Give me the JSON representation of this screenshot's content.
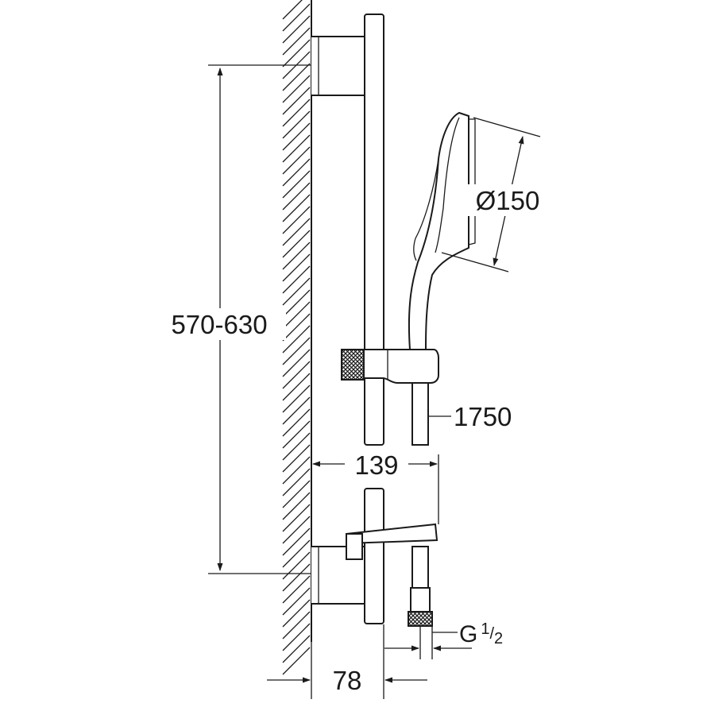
{
  "dimensions": {
    "rail_length": "570-630",
    "head_diameter": "Ø150",
    "hose_length": "1750",
    "projection": "139",
    "wall_offset": "78",
    "thread": {
      "base": "G",
      "num": "1",
      "den": "2"
    }
  },
  "colors": {
    "line": "#1a1a1a",
    "background": "#ffffff"
  }
}
